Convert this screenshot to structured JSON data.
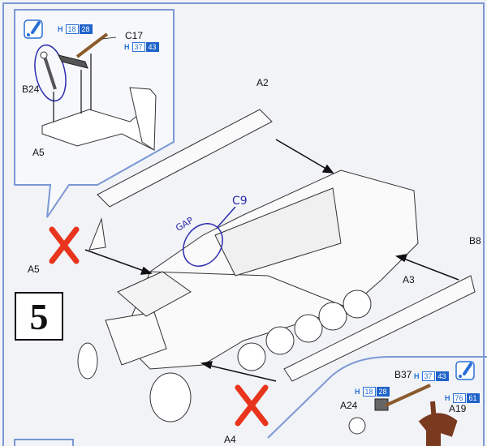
{
  "step_number": "5",
  "parts": {
    "a2": "A2",
    "a3": "A3",
    "a4": "A4",
    "a5_top": "A5",
    "a5_left": "A5",
    "b8": "B8",
    "b24": "B24",
    "c17": "C17",
    "b37": "B37",
    "a24": "A24",
    "a19": "A19"
  },
  "annotations": {
    "c9": "C9",
    "gap": "GAP"
  },
  "paint_codes": [
    {
      "prefix": "H",
      "a": "18",
      "b": "28"
    },
    {
      "prefix": "H",
      "a": "37",
      "b": "43"
    },
    {
      "prefix": "H",
      "a": "18",
      "b": "28"
    },
    {
      "prefix": "H",
      "a": "37",
      "b": "43"
    },
    {
      "prefix": "H",
      "a": "76",
      "b": "61"
    }
  ],
  "icons": [
    "attention-icon",
    "attention-icon",
    "red-x-mark",
    "red-x-mark"
  ],
  "colors": {
    "frame": "#7b98d4",
    "accent": "#1f63c9",
    "red_x": "#e8341c",
    "pen": "#2b2bb0",
    "wood": "#8a5a2b",
    "brown_part": "#7a3a20"
  }
}
